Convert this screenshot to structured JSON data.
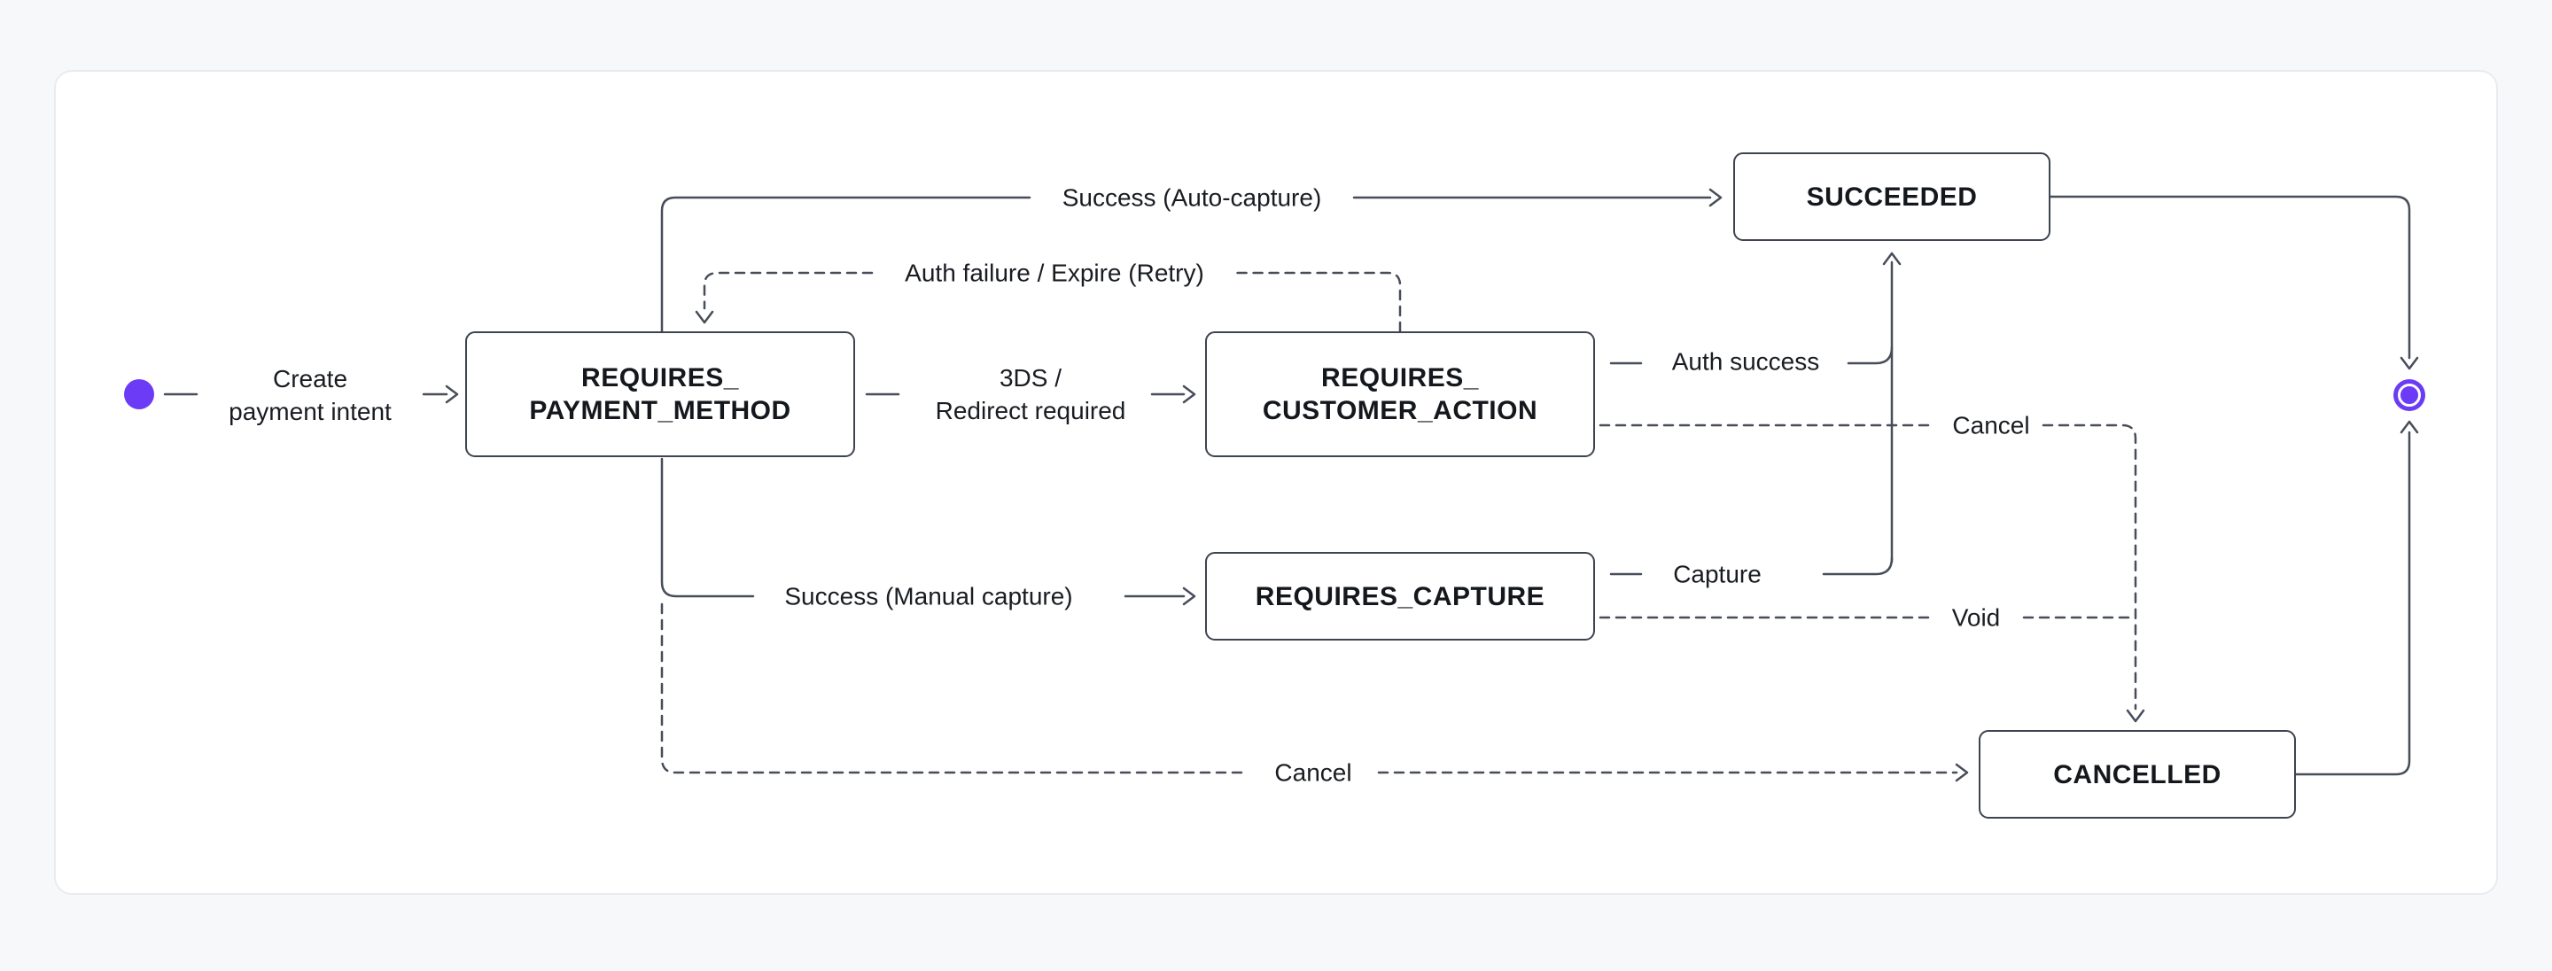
{
  "canvas": {
    "colors": {
      "accent_purple": "#6c3bf6",
      "edge_line": "#474d59",
      "text": "#14171c",
      "box_border": "#3d444f",
      "card_background": "#ffffff",
      "card_border": "#e9ebef",
      "page_background": "#f7f8f9"
    },
    "icons": {
      "start_node": "filled-circle",
      "end_node": "ring-circle"
    }
  },
  "nodes": {
    "requires_payment_method": {
      "label": "REQUIRES_\nPAYMENT_METHOD"
    },
    "requires_customer_action": {
      "label": "REQUIRES_\nCUSTOMER_ACTION"
    },
    "requires_capture": {
      "label": "REQUIRES_CAPTURE"
    },
    "succeeded": {
      "label": "SUCCEEDED"
    },
    "cancelled": {
      "label": "CANCELLED"
    }
  },
  "edges": {
    "create_payment_intent": {
      "label": "Create\npayment intent"
    },
    "success_auto_capture": {
      "label": "Success (Auto-capture)"
    },
    "auth_failure_expire_retry": {
      "label": "Auth failure / Expire (Retry)"
    },
    "three_ds_redirect_required": {
      "label": "3DS /\nRedirect required"
    },
    "auth_success": {
      "label": "Auth success"
    },
    "cancel_from_customer_action": {
      "label": "Cancel"
    },
    "capture": {
      "label": "Capture"
    },
    "void": {
      "label": "Void"
    },
    "success_manual_capture": {
      "label": "Success (Manual capture)"
    },
    "cancel_from_payment_method": {
      "label": "Cancel"
    }
  }
}
